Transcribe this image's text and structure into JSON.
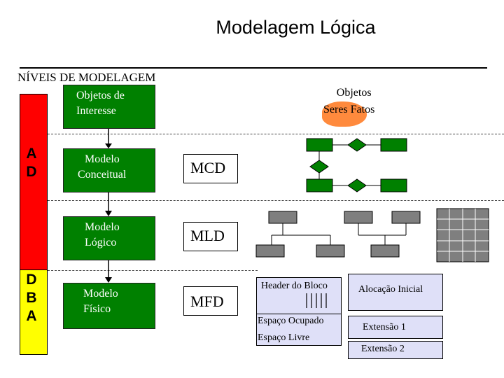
{
  "title": "Modelagem Lógica",
  "levels_label": "NÍVEIS DE MODELAGEM",
  "objects_of_interest": [
    "Objetos de",
    "Interesse"
  ],
  "objects": [
    "Objetos",
    "Seres Fatos"
  ],
  "side_bar": {
    "top": [
      "A",
      "D"
    ],
    "bottom": [
      "D",
      "B",
      "A"
    ],
    "top_color": "#ff0000",
    "bottom_color": "#ffff00"
  },
  "models": [
    {
      "lines": [
        "Modelo",
        "Conceitual"
      ],
      "abbr": "MCD"
    },
    {
      "lines": [
        "Modelo",
        "Lógico"
      ],
      "abbr": "MLD"
    },
    {
      "lines": [
        "Modelo",
        "Físico"
      ],
      "abbr": "MFD"
    }
  ],
  "block": {
    "header": "Header do Bloco",
    "occupied": "Espaço Ocupado",
    "free": "Espaço Livre"
  },
  "allocation": {
    "initial": "Alocação Inicial",
    "ext1": "Extensão 1",
    "ext2": "Extensão 2"
  },
  "colors": {
    "box_green": "#008000",
    "light_box": "#dfe0f8",
    "blob": "#ff8a3d",
    "symbol": "#7f7f7f"
  }
}
